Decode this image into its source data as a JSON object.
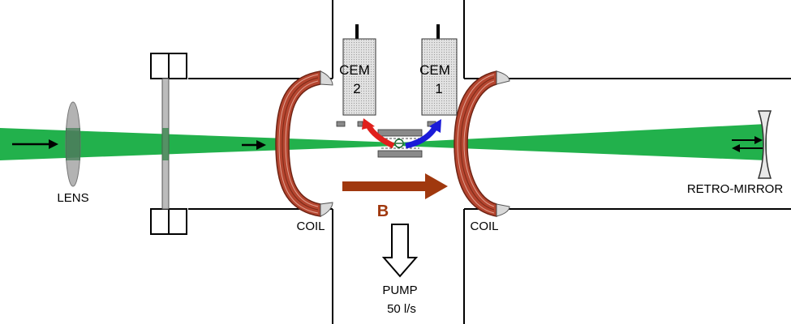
{
  "labels": {
    "lens": "LENS",
    "coil_left": "COIL",
    "coil_right": "COIL",
    "retro_mirror": "RETRO-MIRROR",
    "b_field": "B",
    "pump_line1": "PUMP",
    "pump_line2": "50 l/s",
    "cem2_line1": "CEM",
    "cem2_line2": "2",
    "cem1_line1": "CEM",
    "cem1_line2": "1"
  },
  "colors": {
    "beam": "#22b14c",
    "coil": "#b5452f",
    "b_arrow": "#a0380e",
    "red_arrow": "#e0201c",
    "blue_arrow": "#1b1bd8",
    "cem_fill": "#d9d9d9"
  }
}
